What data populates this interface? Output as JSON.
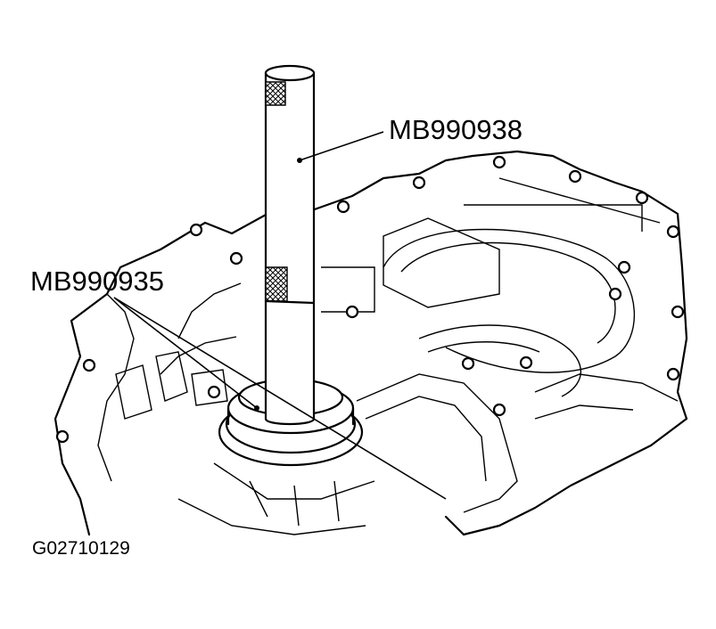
{
  "labels": {
    "tool_upper": "MB990938",
    "tool_lower": "MB990935",
    "figure_code": "G02710129"
  },
  "colors": {
    "line": "#000000",
    "background": "#ffffff"
  }
}
